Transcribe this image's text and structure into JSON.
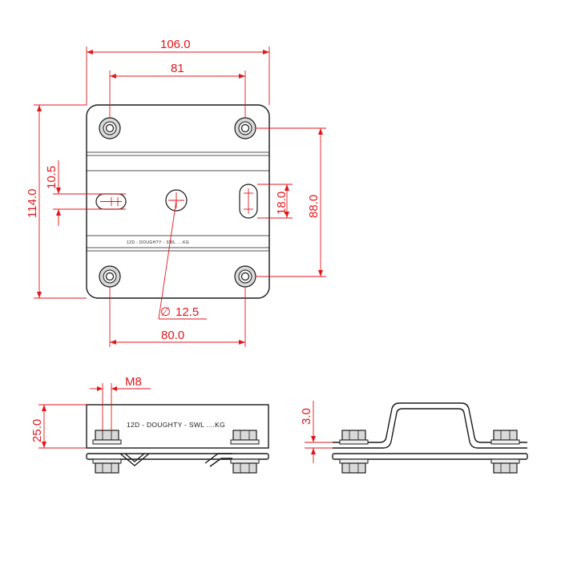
{
  "dimensions": {
    "overall_width": "106.0",
    "hole_spacing_top": "81",
    "overall_height": "114.0",
    "slot_offset": "10.5",
    "slot_length": "18.0",
    "hole_spacing_vertical": "88.0",
    "centre_hole_diameter": "12.5",
    "hole_spacing_bottom": "80.0",
    "bolt_size": "M8",
    "side_height": "25.0",
    "plate_thickness": "3.0"
  },
  "symbols": {
    "diameter": "∅"
  },
  "engraving": {
    "plan_view": "12D - DOUGHTY - SWL ....KG",
    "side_view": "12D - DOUGHTY - SWL ....KG"
  },
  "colors": {
    "dimension": "#e3161b",
    "outline": "#1a1a1a"
  }
}
